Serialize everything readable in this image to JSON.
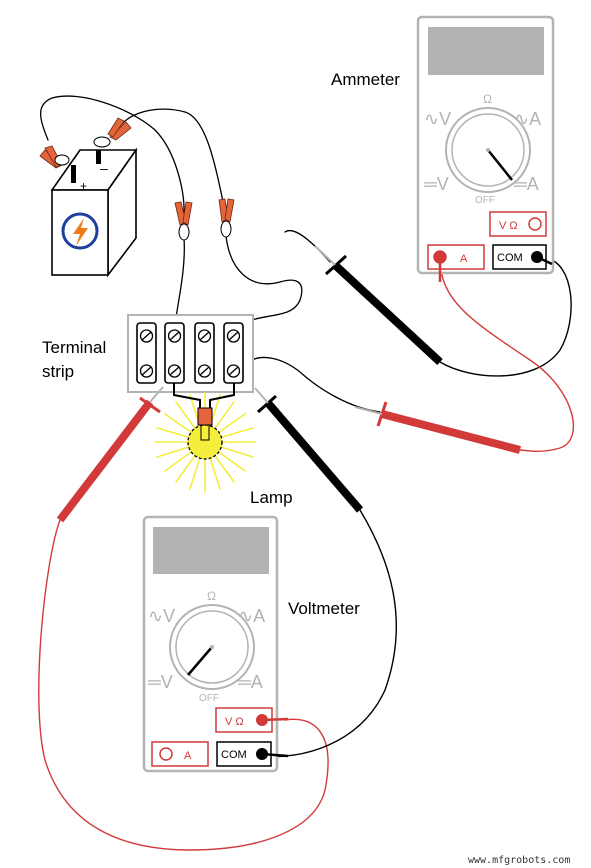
{
  "labels": {
    "ammeter": "Ammeter",
    "voltmeter": "Voltmeter",
    "terminal_line1": "Terminal",
    "terminal_line2": "strip",
    "lamp": "Lamp",
    "battery_plus": "+",
    "battery_minus": "–"
  },
  "meter_scale": {
    "ac_v": "∿V",
    "dc_v": "═V",
    "ohm": "Ω",
    "ac_a": "∿A",
    "dc_a": "═A",
    "off": "OFF"
  },
  "ammeter_jacks": {
    "a": "A",
    "vohm": "V Ω",
    "com": "COM"
  },
  "voltmeter_jacks": {
    "a": "A",
    "vohm": "V Ω",
    "com": "COM"
  },
  "watermark": "www.mfgrobots.com",
  "colors": {
    "lead_red": "#d23a3a",
    "lead_black": "#000000",
    "clip_orange": "#e4653a",
    "lamp_glow": "#f5ee3c",
    "display_gray": "#b3b3b3",
    "meter_outline": "#b3b3b3",
    "battery_icon_blue": "#1f3f9e",
    "battery_icon_orange": "#f07a1a"
  }
}
